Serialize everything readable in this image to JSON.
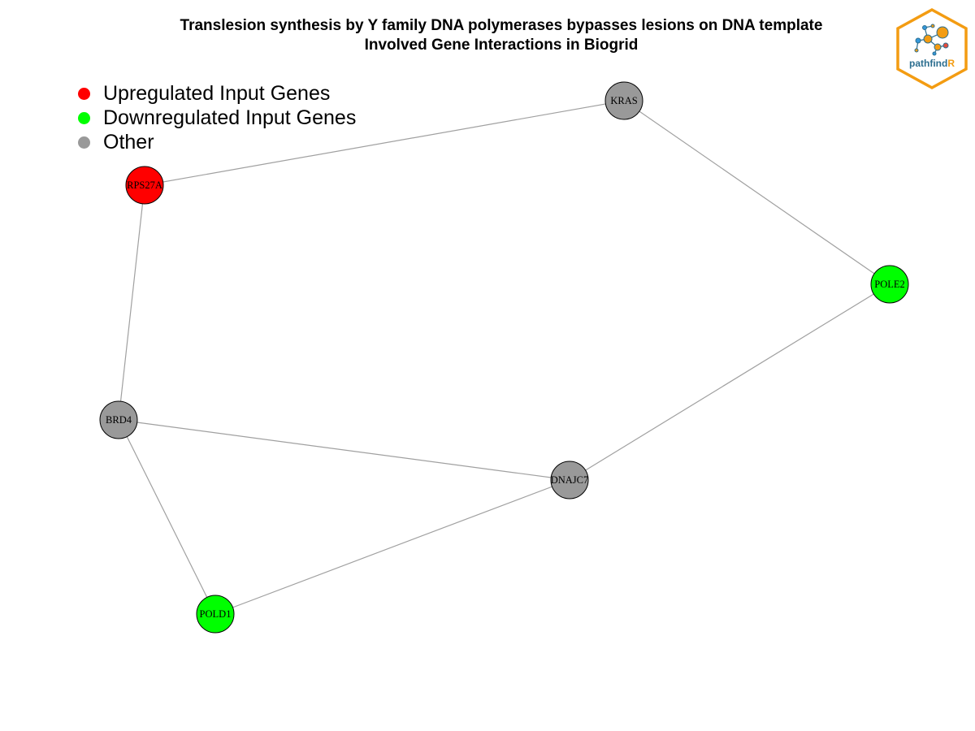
{
  "title": {
    "line1": "Translesion synthesis by Y family DNA polymerases bypasses lesions on DNA template",
    "line2": "Involved Gene Interactions in Biogrid"
  },
  "legend": [
    {
      "label": "Upregulated Input Genes",
      "color": "#ff0000"
    },
    {
      "label": "Downregulated Input Genes",
      "color": "#00ff00"
    },
    {
      "label": "Other",
      "color": "#999999"
    }
  ],
  "colors": {
    "up": "#ff0000",
    "down": "#00ff00",
    "other": "#999999",
    "edge": "#a0a0a0",
    "logo_orange": "#f39c12",
    "logo_blue": "#2c6e8f"
  },
  "nodes": [
    {
      "id": "KRAS",
      "label": "KRAS",
      "status": "other"
    },
    {
      "id": "RPS27A",
      "label": "RPS27A",
      "status": "up"
    },
    {
      "id": "POLE2",
      "label": "POLE2",
      "status": "down"
    },
    {
      "id": "BRD4",
      "label": "BRD4",
      "status": "other"
    },
    {
      "id": "DNAJC7",
      "label": "DNAJC7",
      "status": "other"
    },
    {
      "id": "POLD1",
      "label": "POLD1",
      "status": "down"
    }
  ],
  "edges": [
    [
      "RPS27A",
      "KRAS"
    ],
    [
      "KRAS",
      "POLE2"
    ],
    [
      "RPS27A",
      "BRD4"
    ],
    [
      "BRD4",
      "DNAJC7"
    ],
    [
      "POLE2",
      "DNAJC7"
    ],
    [
      "BRD4",
      "POLD1"
    ],
    [
      "POLD1",
      "DNAJC7"
    ]
  ],
  "logo": {
    "text_main": "pathfind",
    "text_accent": "R"
  }
}
